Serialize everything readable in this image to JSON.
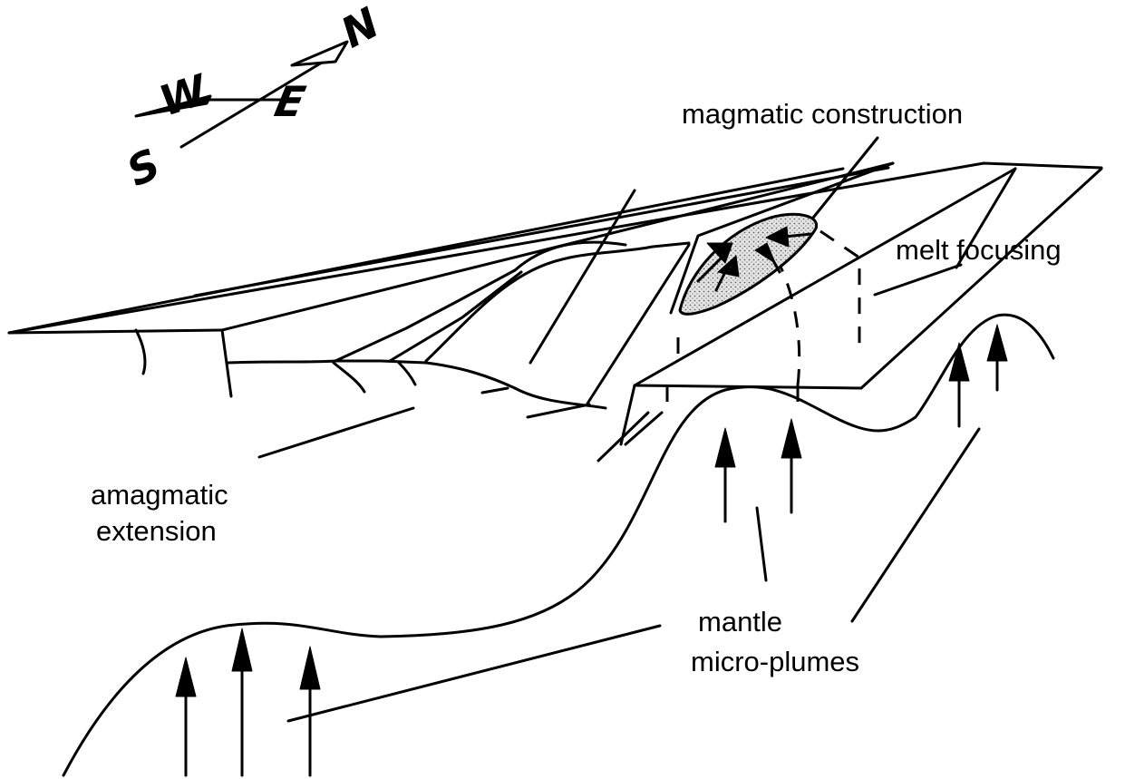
{
  "compass": {
    "north": "N",
    "south": "S",
    "east": "E",
    "west": "W"
  },
  "labels": {
    "magmatic_construction": "magmatic construction",
    "melt_focusing": "melt focusing",
    "amagmatic_extension_line1": "amagmatic",
    "amagmatic_extension_line2": "extension",
    "mantle_micro_plumes_line1": "mantle",
    "mantle_micro_plumes_line2": "micro-plumes"
  },
  "colors": {
    "ink": "#000000",
    "background": "#ffffff",
    "magma_fill": "#c8c8c8"
  }
}
